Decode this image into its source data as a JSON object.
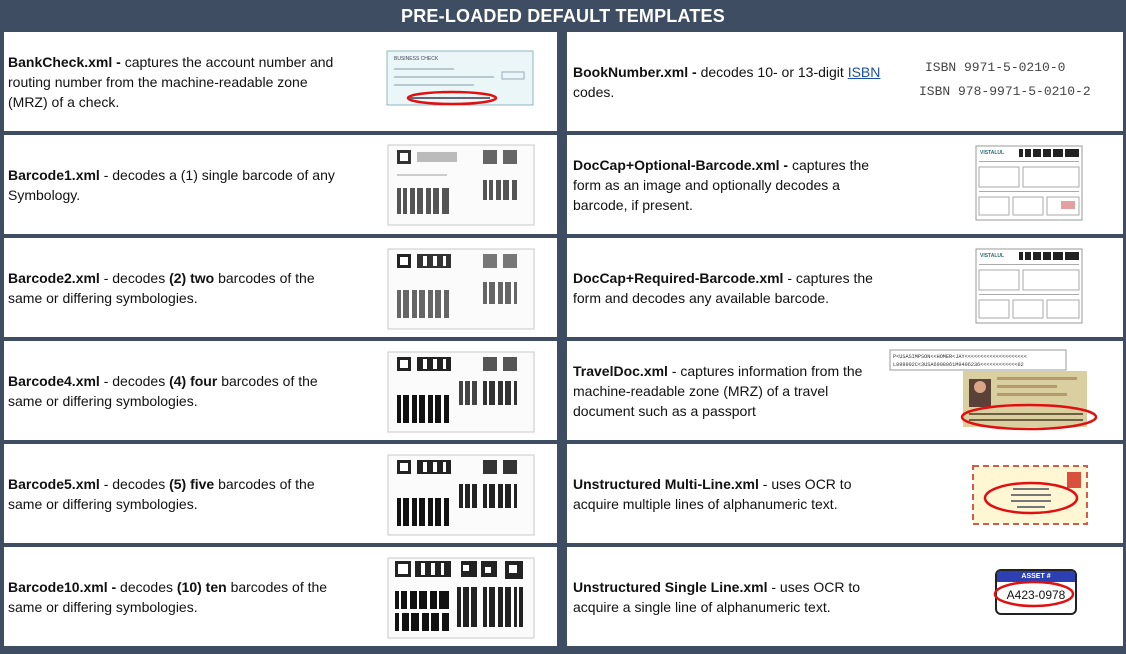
{
  "header": {
    "title": "PRE-LOADED DEFAULT TEMPLATES"
  },
  "left": [
    {
      "name": "BankCheck.xml -",
      "desc": " captures the account number and routing number from the machine-readable zone (MRZ) of a check.",
      "thumb_text": "BUSINESS CHECK"
    },
    {
      "name": "Barcode1.xml",
      "desc": " - decodes a (1) single barcode of any Symbology."
    },
    {
      "name": "Barcode2.xml",
      "desc_a": " - decodes ",
      "count": "(2) two",
      "desc_b": " barcodes of the same or differing symbologies."
    },
    {
      "name": "Barcode4.xml",
      "desc_a": " - decodes ",
      "count": "(4) four",
      "desc_b": " barcodes of the same or differing symbologies."
    },
    {
      "name": "Barcode5.xml",
      "desc_a": " - decodes ",
      "count": "(5) five",
      "desc_b": " barcodes of the same or differing symbologies."
    },
    {
      "name": "Barcode10.xml -",
      "desc_a": " decodes ",
      "count": "(10) ten",
      "desc_b": " barcodes of the same or differing symbologies."
    }
  ],
  "right": [
    {
      "name": "BookNumber.xml -",
      "desc_a": " decodes 10- or 13-digit ",
      "link": "ISBN",
      "desc_b": " codes.",
      "isbn1": "ISBN 9971-5-0210-0",
      "isbn2": "ISBN 978-9971-5-0210-2"
    },
    {
      "name": "DocCap+Optional-Barcode.xml -",
      "desc": " captures the form as an image and optionally decodes a barcode, if present.",
      "thumb_text": "VISTALUL"
    },
    {
      "name": "DocCap+Required-Barcode.xml",
      "desc": " - captures the form and decodes any available barcode.",
      "thumb_text": "VISTALUL"
    },
    {
      "name": "TravelDoc.xml",
      "desc": " - captures information from the machine-readable zone (MRZ) of a travel document such as a passport",
      "mrz1": "P<USASIMPSON<<HOMER<JAY<<<<<<<<<<<<<<<<<<<<",
      "mrz2": "L898902C<3USA6908061M9406236<<<<<<<<<<<<02"
    },
    {
      "name": "Unstructured Multi-Line.xml",
      "desc": " - uses OCR to acquire multiple lines of alphanumeric text."
    },
    {
      "name": "Unstructured Single Line.xml",
      "desc": " - uses OCR to acquire a single line of alphanumeric text.",
      "tag_label": "ASSET #",
      "tag_value": "A423-0978"
    }
  ],
  "colors": {
    "background": "#3f4d63",
    "highlight": "#e01010",
    "link": "#1a4fa0",
    "card": "#ffffff"
  }
}
